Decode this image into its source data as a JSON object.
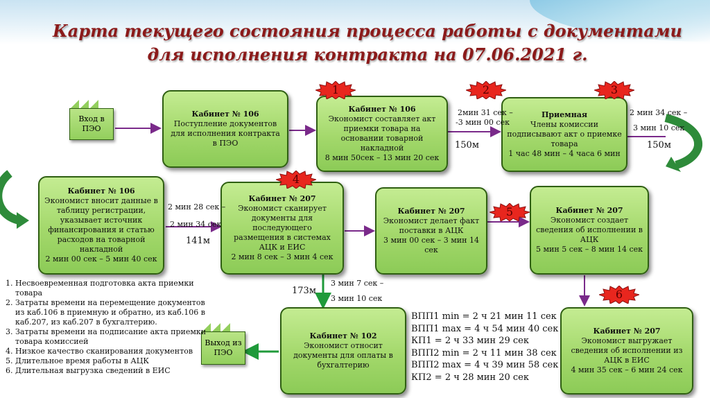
{
  "title_line1": "Карта текущего состояния процесса работы с документами",
  "title_line2": "для исполнения контракта на 07.06.2021 г.",
  "entry": {
    "label": "Вход в ПЭО"
  },
  "exit": {
    "label": "Выход из ПЭО"
  },
  "boxes": [
    {
      "title": "Кабинет № 106",
      "text": "Поступление документов для исполнения контракта  в ПЭО"
    },
    {
      "title": "Кабинет № 106",
      "text": "Экономист составляет акт приемки товара на основании товарной накладной",
      "time": "8 мин 50сек – 13 мин 20 сек"
    },
    {
      "title": "Приемная",
      "text": "Члены комиссии подписывают акт о приемке товара",
      "time": "1 час  48 мин – 4 часа  6 мин"
    },
    {
      "title": "Кабинет № 106",
      "text": "Экономист вносит данные в таблицу регистрации, указывает источник финансирования и статью расходов на товарной накладной",
      "time": "2 мин 00 сек – 5 мин 40 сек"
    },
    {
      "title": "Кабинет № 207",
      "text": "Экономист сканирует документы для последующего размещения в системах АЦК и ЕИС",
      "time": "2 мин 8 сек – 3 мин 4 сек"
    },
    {
      "title": "Кабинет № 207",
      "text": "Экономист делает факт поставки в АЦК",
      "time": "3 мин 00 сек – 3 мин 14 сек"
    },
    {
      "title": "Кабинет № 207",
      "text": "Экономист создает сведения об исполнении в АЦК",
      "time": "5 мин 5 сек – 8 мин 14 сек"
    },
    {
      "title": "Кабинет № 102",
      "text": "Экономист относит документы для оплаты в бухгалтерию",
      "time": ""
    },
    {
      "title": "Кабинет № 207",
      "text": "Экономист выгружает сведения об исполнении  из АЦК в ЕИС",
      "time": "4 мин 35 сек – 6 мин 24 сек"
    }
  ],
  "badges": [
    "1",
    "2",
    "3",
    "4",
    "5",
    "6"
  ],
  "transitions": {
    "t1_a": "2мин 31 сек –",
    "t1_b": "-3 мин  00 сек",
    "t1_d": "150м",
    "t2_a": "2 мин 34 сек –",
    "t2_b": "3 мин 10 сек",
    "t2_d": "150м",
    "t3_a": "2 мин 28 сек –",
    "t3_b": "2 мин 34 сек",
    "t3_d": "141м",
    "t4_a": "3 мин 7 сек –",
    "t4_b": "3 мин 10 сек",
    "t4_d": "173м"
  },
  "stats": [
    "ВПП1 min = 2 ч 21 мин 11 сек",
    "ВПП1 max = 4 ч 54 мин 40 сек",
    "КП1 = 2 ч 33 мин 29 сек",
    "ВПП2 min = 2 ч 11 мин 38 сек",
    "ВПП2 max = 4 ч 39 мин 58 сек",
    "КП2 = 2 ч 28 мин 20 сек"
  ],
  "issues": [
    "Несвоевременная подготовка акта приемки товара",
    "Затраты времени на перемещение документов из каб.106 в приемную и обратно, из каб.106 в каб.207, из каб.207 в бухгалтерию.",
    "Затраты времени на подписание акта приемки товара комиссией",
    "Низкое качество сканирования документов",
    "Длительное время работы в АЦК",
    "Длительная выгрузка сведений в ЕИС"
  ],
  "colors": {
    "box_fill": "#a3d86b",
    "arrow": "#7a2a8a",
    "badge": "#e8261e",
    "title": "#8b1a1a",
    "curve_arrow": "#2e8b3a"
  }
}
